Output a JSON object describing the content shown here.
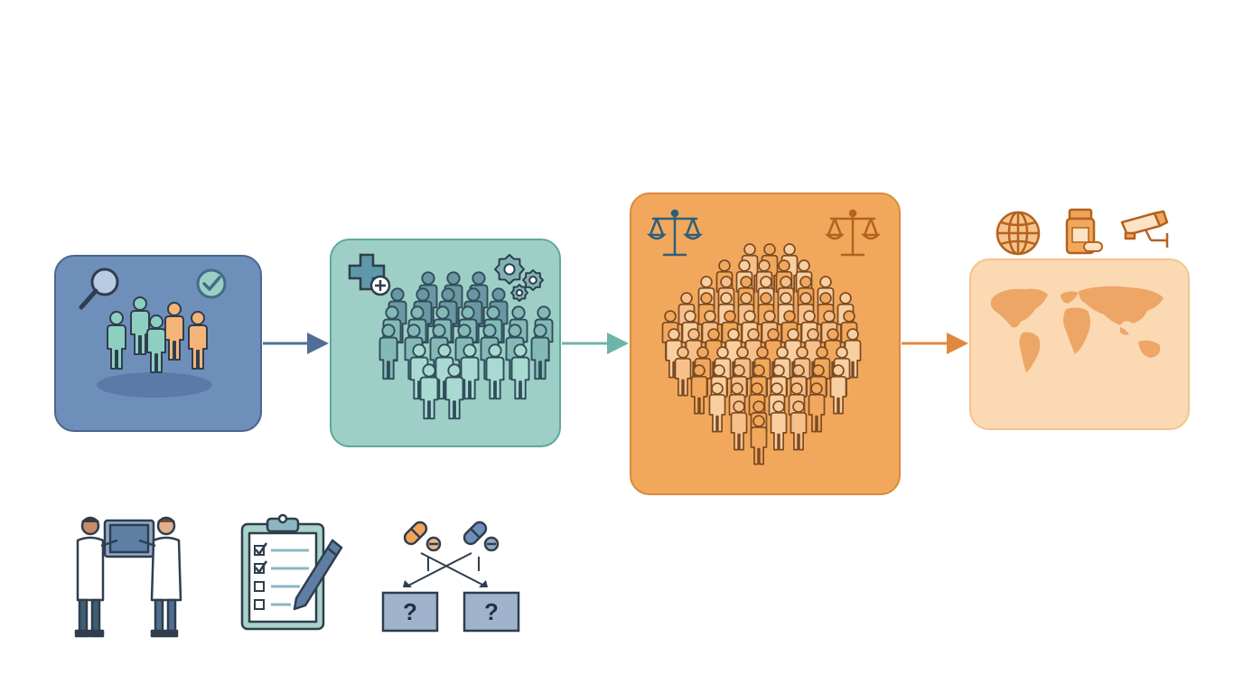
{
  "colors": {
    "stage1_fill": "#6f8fbb",
    "stage1_stroke": "#4a6690",
    "stage2_fill": "#9dcfc6",
    "stage2_stroke": "#5fa89c",
    "stage3_fill": "#f2a85c",
    "stage3_stroke": "#d98a3d",
    "stage4_fill": "#fbd9b3",
    "stage4_stroke": "#f3c48e",
    "arrow1": "#4f6f99",
    "arrow2": "#6fb4a8",
    "arrow3": "#e0883e",
    "outline": "#2f3e4e"
  },
  "stages": [
    {
      "name": "small-group-stage",
      "icons": [
        "magnifier-icon",
        "checkmark-icon",
        "people-group-icon"
      ]
    },
    {
      "name": "larger-group-stage",
      "icons": [
        "medical-cross-icon",
        "gears-icon",
        "people-crowd-icon"
      ]
    },
    {
      "name": "large-population-stage",
      "icons": [
        "scales-icon",
        "scales-icon",
        "people-crowd-icon"
      ]
    },
    {
      "name": "world-stage",
      "icons": [
        "globe-icon",
        "medicine-bottle-icon",
        "surveillance-camera-icon",
        "world-map-icon"
      ]
    }
  ],
  "bottom_icons": [
    "doctors-reviewing-xray-icon",
    "clipboard-checklist-icon",
    "randomization-pills-icon"
  ],
  "question_marks": [
    "?",
    "?"
  ]
}
